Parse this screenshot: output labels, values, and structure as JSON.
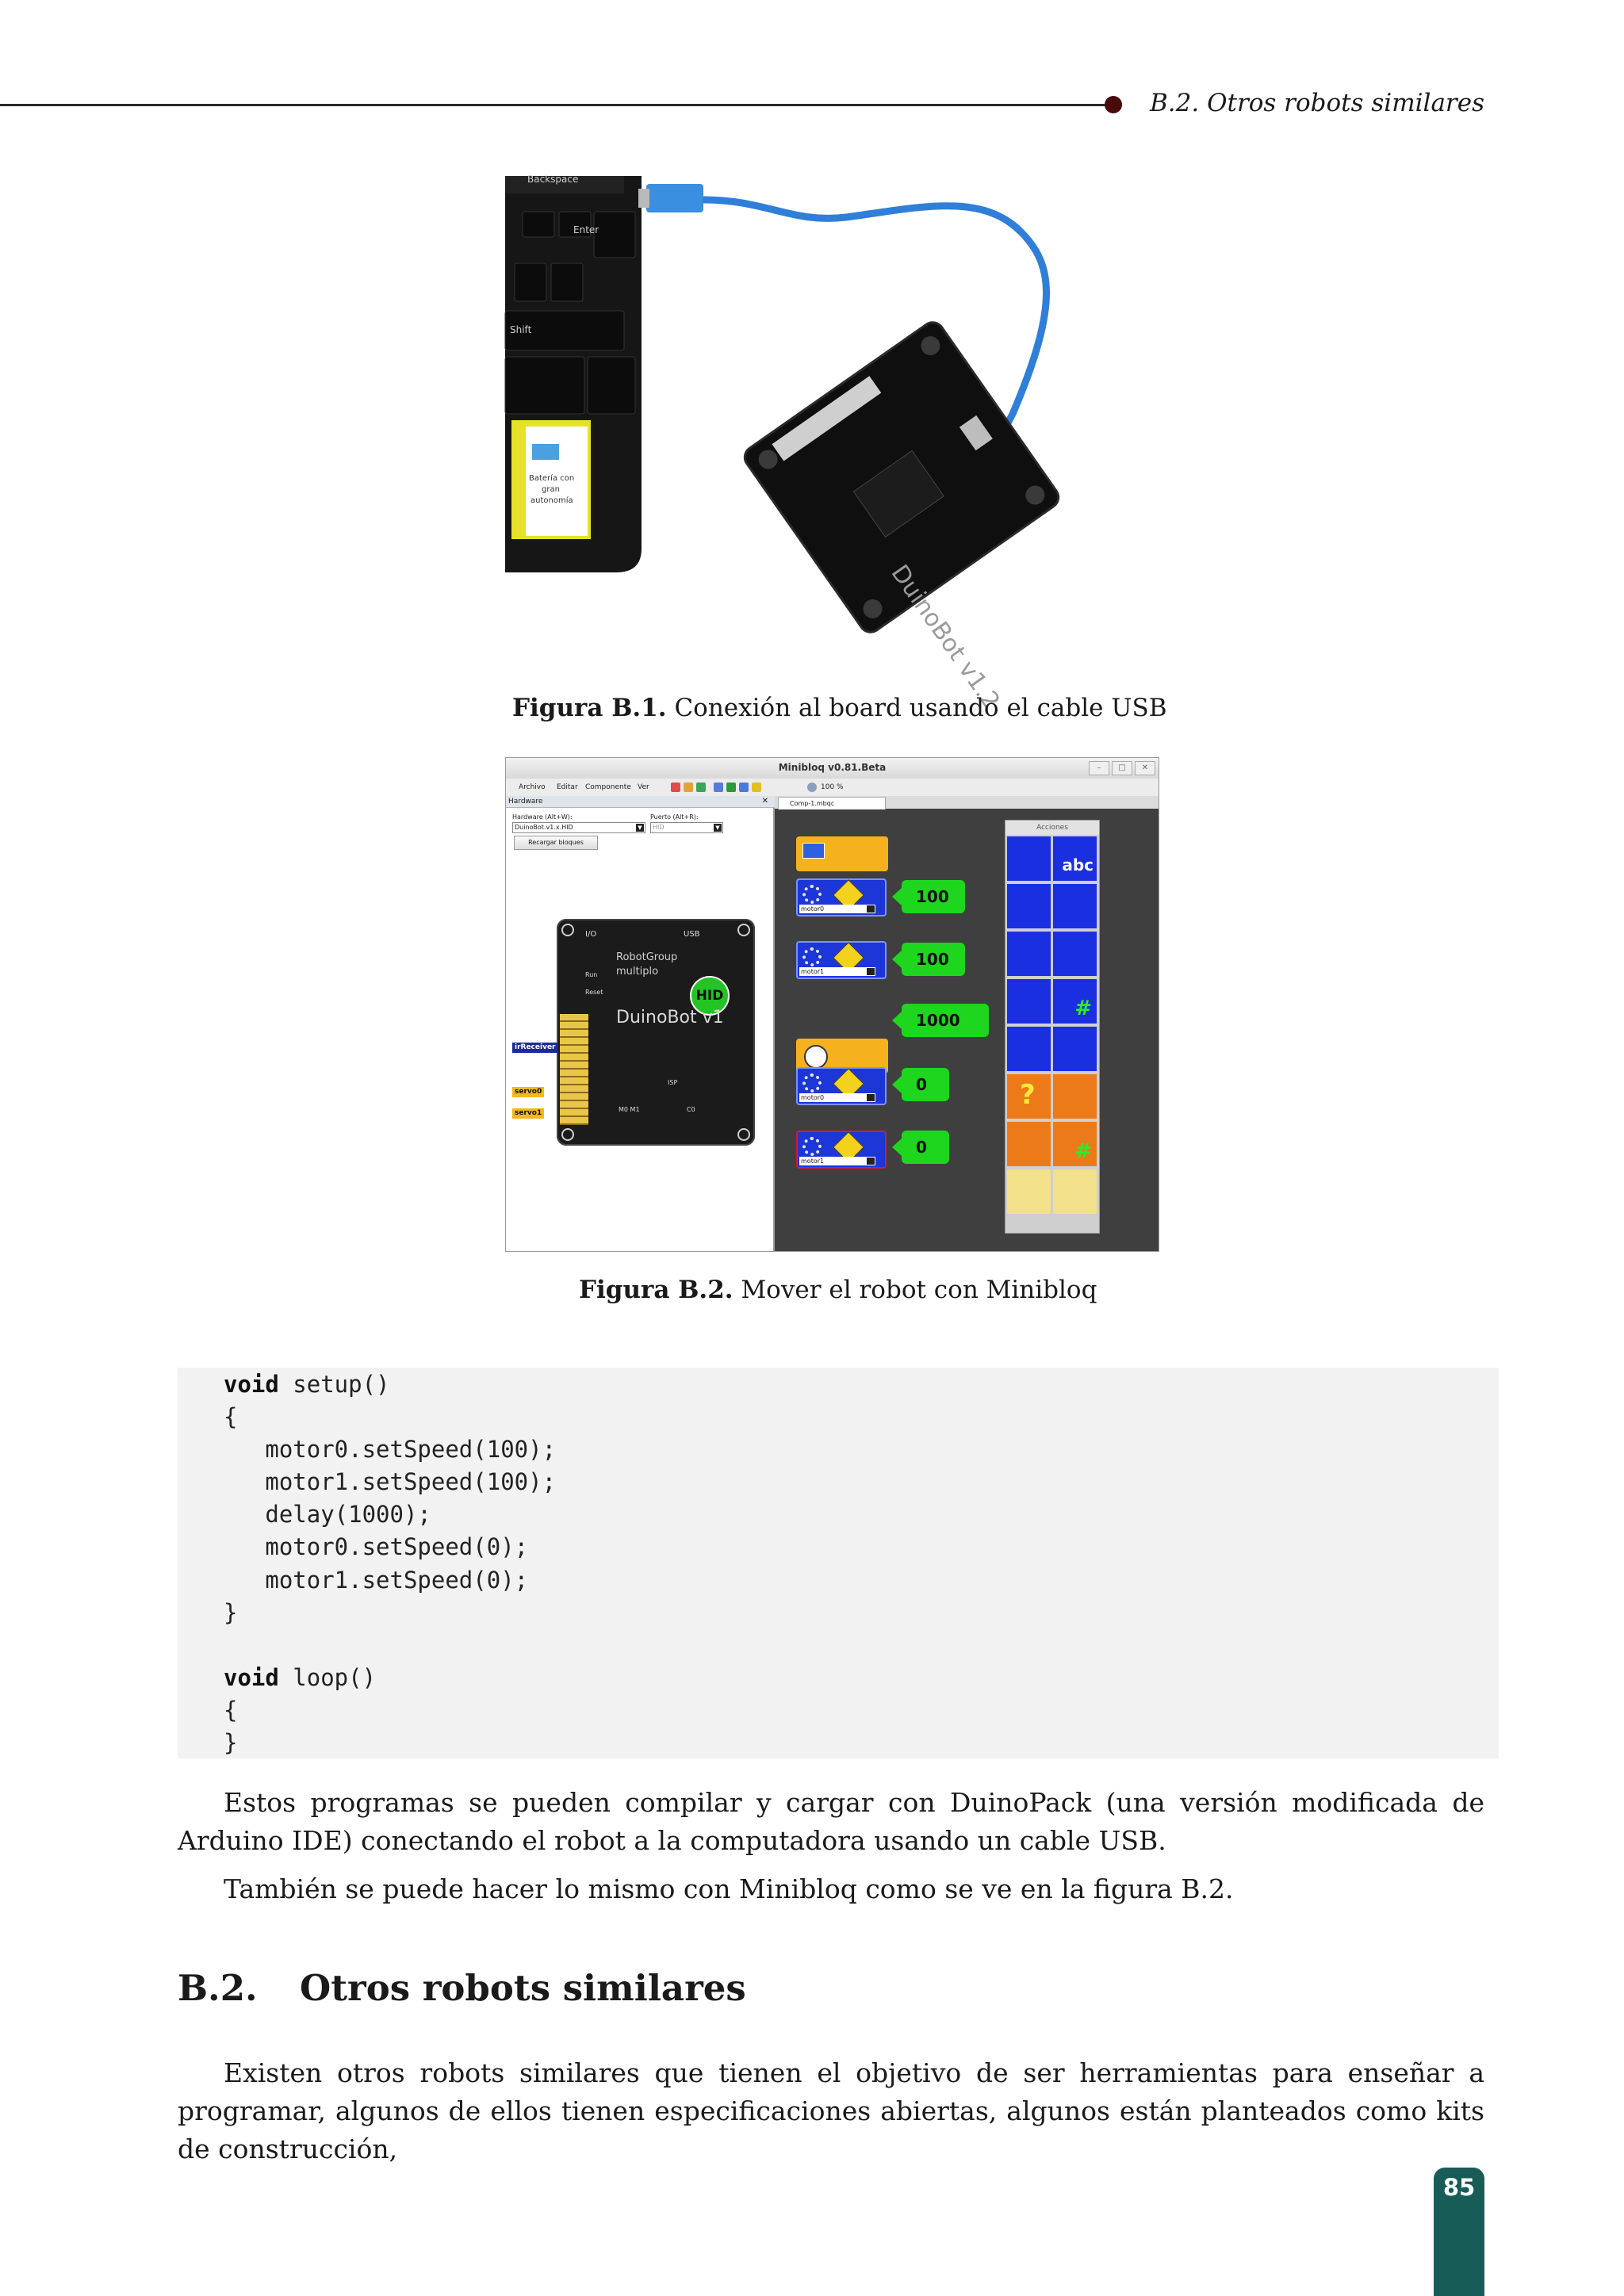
{
  "header": {
    "running_title": "B.2.  Otros robots similares"
  },
  "figure1": {
    "label": "Figura B.1.",
    "caption": "Conexión al board usando el cable USB",
    "photo": {
      "key_backspace": "Backspace",
      "key_enter": "Enter",
      "key_shift": "Shift",
      "sticker_line1": "Batería con",
      "sticker_line2": "gran",
      "sticker_line3": "autonomía",
      "board_text": "DuinoBot v1.2"
    }
  },
  "figure2": {
    "label": "Figura B.2.",
    "caption": "Mover el robot con Minibloq",
    "app": {
      "title": "Minibloq v0.81.Beta",
      "menu": [
        "Archivo",
        "Editar",
        "Componente",
        "Ver"
      ],
      "zoom": "100 %",
      "left_panel_title": "Hardware",
      "hardware_label": "Hardware (Alt+W):",
      "hardware_value": "DuinoBot.v1.x.HID",
      "port_label": "Puerto (Alt+R):",
      "port_value": "HID",
      "reload_button": "Recargar bloques",
      "board_name": "DuinoBot v1",
      "board_brand": "RobotGroup",
      "board_sub": "multiplo",
      "hid_badge": "HID",
      "board_labels": {
        "io": "I/O",
        "usb": "USB",
        "run": "Run",
        "reset": "Reset",
        "isp": "ISP",
        "m0m1": "M0 M1",
        "c0": "C0"
      },
      "tags": [
        "irReceiver",
        "servo0",
        "servo1"
      ],
      "tab": "Comp-1.mbqc",
      "blocks": [
        {
          "selector": "motor0",
          "value": "100"
        },
        {
          "selector": "motor1",
          "value": "100"
        },
        {
          "selector": "",
          "value": "1000"
        },
        {
          "selector": "motor0",
          "value": "0"
        },
        {
          "selector": "motor1",
          "value": "0"
        }
      ],
      "actions_title": "Acciones",
      "abc": "abc"
    }
  },
  "code": {
    "lines": [
      {
        "kw": "void",
        "rest": " setup()"
      },
      {
        "kw": "",
        "rest": "{"
      },
      {
        "kw": "",
        "rest": "   motor0.setSpeed(100);"
      },
      {
        "kw": "",
        "rest": "   motor1.setSpeed(100);"
      },
      {
        "kw": "",
        "rest": "   delay(1000);"
      },
      {
        "kw": "",
        "rest": "   motor0.setSpeed(0);"
      },
      {
        "kw": "",
        "rest": "   motor1.setSpeed(0);"
      },
      {
        "kw": "",
        "rest": "}"
      },
      {
        "kw": "",
        "rest": ""
      },
      {
        "kw": "void",
        "rest": " loop()"
      },
      {
        "kw": "",
        "rest": "{"
      },
      {
        "kw": "",
        "rest": "}"
      }
    ]
  },
  "paragraphs": {
    "p1": "Estos programas se pueden compilar y cargar con DuinoPack (una versión modificada de Arduino IDE) conectando el robot a la computadora usando un cable USB.",
    "p2": "También se puede hacer lo mismo con Minibloq como se ve en la figura B.2.",
    "p3": "Existen otros robots similares que tienen el objetivo de ser herramientas para enseñar a programar, algunos de ellos tienen especificaciones abiertas, algunos están planteados como kits de construcción,"
  },
  "section": {
    "number": "B.2.",
    "title": "Otros robots similares"
  },
  "page_number": "85"
}
